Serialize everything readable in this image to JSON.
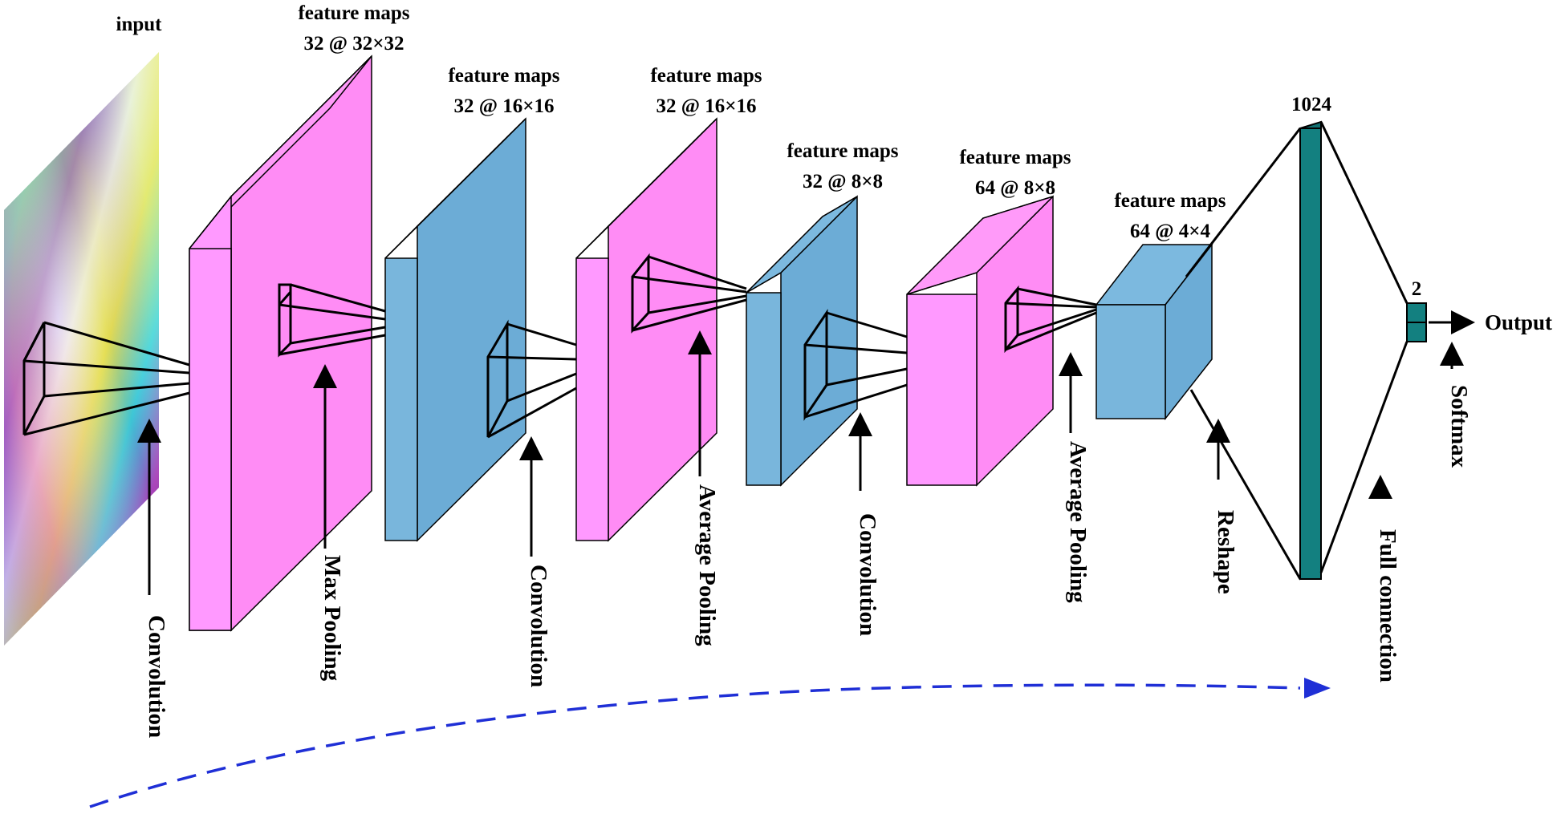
{
  "layers": [
    {
      "id": "input",
      "title": "input",
      "size": ""
    },
    {
      "id": "conv1",
      "title": "feature maps",
      "size": "32 @ 32×32"
    },
    {
      "id": "pool1",
      "title": "feature maps",
      "size": "32 @ 16×16"
    },
    {
      "id": "conv2",
      "title": "feature maps",
      "size": "32 @ 16×16"
    },
    {
      "id": "pool2",
      "title": "feature maps",
      "size": "32 @ 8×8"
    },
    {
      "id": "conv3",
      "title": "feature maps",
      "size": "64 @ 8×8"
    },
    {
      "id": "pool3",
      "title": "feature maps",
      "size": "64 @ 4×4"
    },
    {
      "id": "fc",
      "title": "1024",
      "size": ""
    },
    {
      "id": "softmax",
      "title": "2",
      "size": ""
    }
  ],
  "operations": [
    "Convolution",
    "Max Pooling",
    "Convolution",
    "Average Pooling",
    "Convolution",
    "Average Pooling",
    "Reshape",
    "Full connection",
    "Softmax"
  ],
  "output_label": "Output",
  "colors": {
    "conv_front": "#ff99ff",
    "conv_side": "#ff8cf5",
    "pool_front": "#79b6dc",
    "pool_side": "#6cacd6",
    "dense": "#138080",
    "flow_arrow": "#1f2fd6"
  }
}
